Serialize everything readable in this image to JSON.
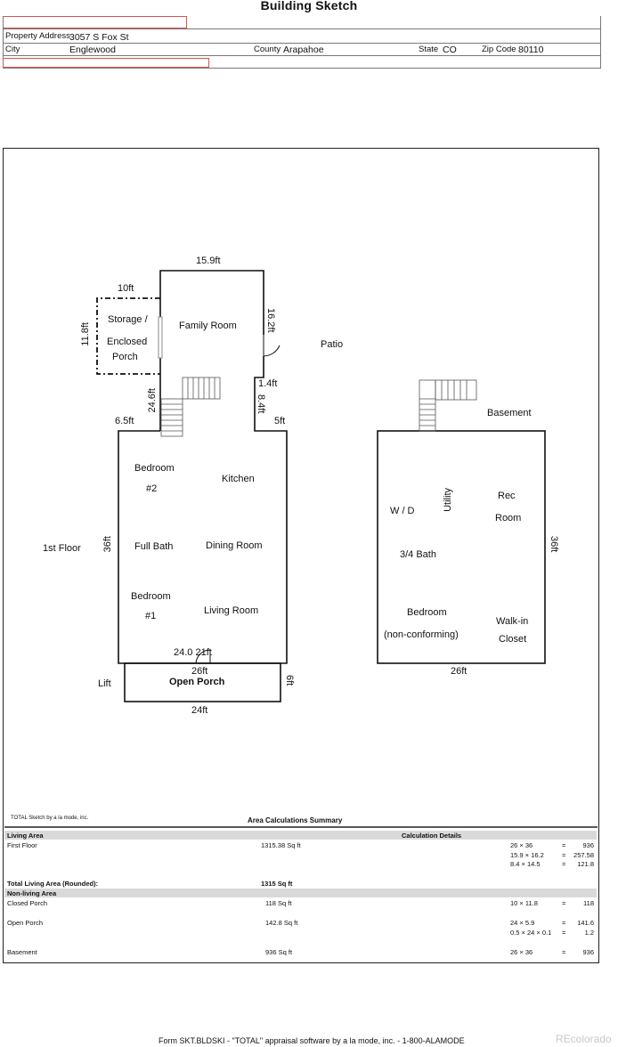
{
  "header": {
    "title": "Building Sketch",
    "property_address_label": "Property Address",
    "property_address": "3057 S Fox St",
    "city_label": "City",
    "city": "Englewood",
    "county_label": "County",
    "county": "Arapahoe",
    "state_label": "State",
    "state": "CO",
    "zip_label": "Zip Code",
    "zip": "80110"
  },
  "sketch": {
    "labels": {
      "top_width": "15.9ft",
      "storage_width": "10ft",
      "storage_height": "11.8ft",
      "family_height": "16.2ft",
      "patio": "Patio",
      "stair_height": "24.6ft",
      "jog_right": "1.4ft",
      "jog_right_height": "8.4ft",
      "left_step": "6.5ft",
      "right_step": "5ft",
      "basement": "Basement",
      "first_floor": "1st Floor",
      "first_floor_height": "36ft",
      "bottom_dims": "24.0  21ft",
      "porch_top": "26ft",
      "porch_side": "6ft",
      "porch_bottom": "24ft",
      "lift": "Lift",
      "basement_height": "36ft",
      "basement_width": "26ft"
    },
    "rooms_first": {
      "storage": "Storage /",
      "enclosed": "Enclosed",
      "porch_word": "Porch",
      "family_room": "Family Room",
      "bedroom2_a": "Bedroom",
      "bedroom2_b": "#2",
      "kitchen": "Kitchen",
      "full_bath": "Full Bath",
      "dining_room": "Dining Room",
      "bedroom1_a": "Bedroom",
      "bedroom1_b": "#1",
      "living_room": "Living Room",
      "open_porch": "Open Porch"
    },
    "rooms_basement": {
      "wd": "W / D",
      "utility": "Utility",
      "rec_a": "Rec",
      "rec_b": "Room",
      "bath34": "3/4 Bath",
      "bedroom_a": "Bedroom",
      "bedroom_b": "(non-conforming)",
      "walkin_a": "Walk-in",
      "walkin_b": "Closet"
    }
  },
  "summary": {
    "credit": "TOTAL Sketch by a la mode, inc.",
    "title": "Area Calculations Summary",
    "living_area": "Living Area",
    "calc_details": "Calculation Details",
    "first_floor": "First Floor",
    "first_floor_area": "1315.38 Sq ft",
    "ff_rows": [
      {
        "expr": "26 × 36",
        "eq": "=",
        "val": "936"
      },
      {
        "expr": "15.9 × 16.2",
        "eq": "=",
        "val": "257.58"
      },
      {
        "expr": "8.4 × 14.5",
        "eq": "=",
        "val": "121.8"
      }
    ],
    "total_label": "Total Living Area (Rounded):",
    "total_value": "1315 Sq ft",
    "non_living": "Non-living Area",
    "closed_porch": "Closed Porch",
    "closed_porch_area": "118 Sq ft",
    "cp_row": {
      "expr": "10 × 11.8",
      "eq": "=",
      "val": "118"
    },
    "open_porch": "Open Porch",
    "open_porch_area": "142.8 Sq ft",
    "op_rows": [
      {
        "expr": "24 × 5.9",
        "eq": "=",
        "val": "141.6"
      },
      {
        "expr": "0.5 × 24 × 0.1",
        "eq": "=",
        "val": "1.2"
      }
    ],
    "basement": "Basement",
    "basement_area": "936 Sq ft",
    "b_row": {
      "expr": "26 × 36",
      "eq": "=",
      "val": "936"
    }
  },
  "footer": {
    "form": "Form SKT.BLDSKI - \"TOTAL\" appraisal software by a la mode, inc. - 1-800-ALAMODE",
    "watermark": "REcolorado"
  },
  "colors": {
    "highlight": "#d9534f",
    "shade": "#d9d9d9"
  }
}
